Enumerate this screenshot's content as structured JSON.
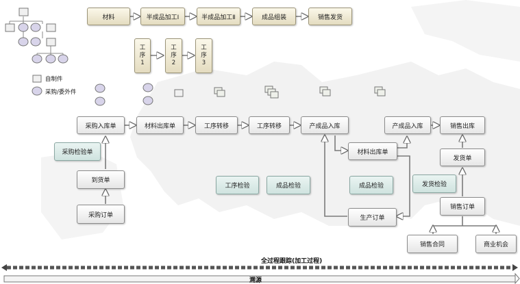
{
  "top_flow": [
    "材料",
    "半成品加工Ⅰ",
    "半成品加工Ⅱ",
    "成品组装",
    "销售发货"
  ],
  "processes": [
    {
      "lines": [
        "工",
        "序",
        "1"
      ]
    },
    {
      "lines": [
        "工",
        "序",
        "2"
      ]
    },
    {
      "lines": [
        "工",
        "序",
        "3"
      ]
    }
  ],
  "legend": {
    "self_made": "自制件",
    "purchased": "采购/委外件"
  },
  "docs": {
    "purchase_in": "采购入库单",
    "material_out_1": "材料出库单",
    "transfer_1": "工序转移",
    "transfer_2": "工序转移",
    "product_in_1": "产成品入库",
    "material_out_2": "材料出库单",
    "product_in_2": "产成品入库",
    "sales_out": "销售出库",
    "delivery": "发货单",
    "sales_order": "销售订单",
    "sales_contract": "销售合同",
    "opportunity": "商业机会",
    "production_order": "生产订单",
    "arrival": "到货单",
    "purchase_order": "采购订单"
  },
  "qc": {
    "purchase_check": "采购检验单",
    "process_check": "工序检验",
    "product_check": "成品检验",
    "finished_check": "成品检验",
    "delivery_check": "发货检验"
  },
  "bars": {
    "trace": "全过程跟踪(加工过程)",
    "source": "溯源"
  }
}
